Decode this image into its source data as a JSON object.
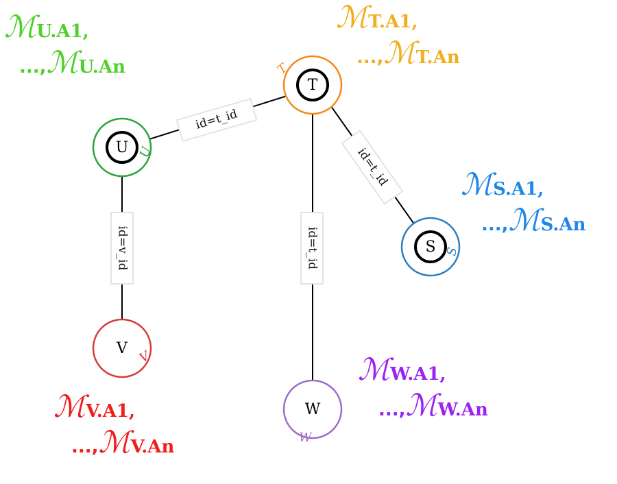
{
  "nodes": {
    "T": {
      "label": "T",
      "tag": "T",
      "color": "#f28a1d"
    },
    "U": {
      "label": "U",
      "tag": "U",
      "color": "#2aa33a"
    },
    "S": {
      "label": "S",
      "tag": "S",
      "color": "#2d7fc1"
    },
    "V": {
      "label": "V",
      "tag": "V",
      "color": "#d83a3a"
    },
    "W": {
      "label": "W",
      "tag": "W",
      "color": "#9c6dc9"
    }
  },
  "edges": {
    "t_u": {
      "label": "id=t_id"
    },
    "t_s": {
      "label": "id=t_id"
    },
    "t_w": {
      "label": "id=t_id"
    },
    "v_u": {
      "label": "id=v_id"
    }
  },
  "annotations": {
    "U": {
      "color": "#4fd02a",
      "m": "ℳ",
      "line1_sub": "U.A",
      "line1_idx": "1",
      "line1_end": ",",
      "line2_pre": "...,",
      "line2_sub": "U.A",
      "line2_idx": "n"
    },
    "T": {
      "color": "#f2ae1f",
      "m": "ℳ",
      "line1_sub": "T.A",
      "line1_idx": "1",
      "line1_end": ",",
      "line2_pre": "...,",
      "line2_sub": "T.A",
      "line2_idx": "n"
    },
    "S": {
      "color": "#1f86ea",
      "m": "ℳ",
      "line1_sub": "S.A",
      "line1_idx": "1",
      "line1_end": ",",
      "line2_pre": "...,",
      "line2_sub": "S.A",
      "line2_idx": "n"
    },
    "V": {
      "color": "#ef1e1e",
      "m": "ℳ",
      "line1_sub": "V.A",
      "line1_idx": "1",
      "line1_end": ",",
      "line2_pre": "...,",
      "line2_sub": "V.A",
      "line2_idx": "n"
    },
    "W": {
      "color": "#9b22f0",
      "m": "ℳ",
      "line1_sub": "W.A",
      "line1_idx": "1",
      "line1_end": ",",
      "line2_pre": "...,",
      "line2_sub": "W.A",
      "line2_idx": "n"
    }
  }
}
